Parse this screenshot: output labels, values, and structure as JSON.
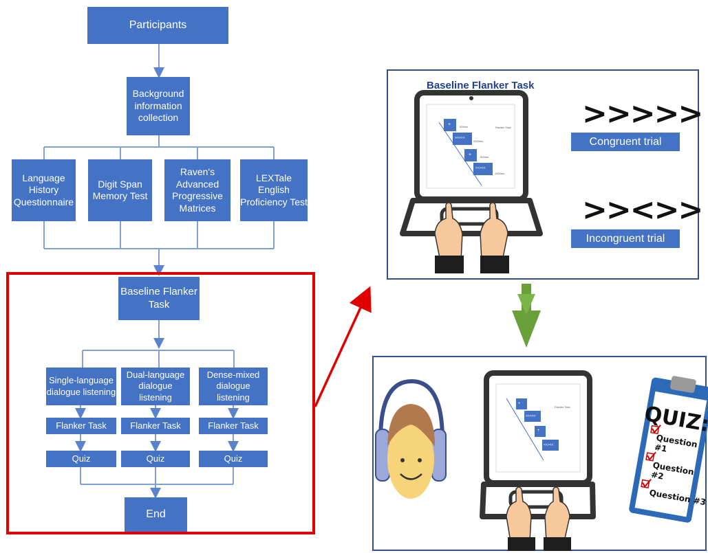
{
  "flowchart": {
    "participants": "Participants",
    "background": "Background information collection",
    "measures": [
      "Language History Questionnaire",
      "Digit Span Memory Test",
      "Raven's Advanced Progressive Matrices",
      "LEXTale English Proficiency Test"
    ],
    "baseline": "Baseline Flanker Task",
    "conditions": [
      "Single-language dialogue listening",
      "Dual-language dialogue listening",
      "Dense-mixed dialogue listening"
    ],
    "flanker": "Flanker Task",
    "quiz": "Quiz",
    "end": "End"
  },
  "baseline_panel": {
    "title": "Baseline Flanker Task",
    "congruent_symbols": ">>>>>",
    "congruent_label": "Congruent trial",
    "incongruent_symbols": ">><>>",
    "incongruent_label": "Incongruent trial"
  },
  "screen": {
    "flanker_title": "Flanker Task",
    "fix": "+",
    "stim1": ">>>>>",
    "stim2": "<<><<",
    "t1": "500ms",
    "t2": "2000ms",
    "t3": "500ms",
    "t4": "2000ms"
  },
  "quiz_card": {
    "title": "QUIZ:",
    "questions": [
      "Question #1",
      "Question #2",
      "Question #3"
    ]
  },
  "colors": {
    "box": "#4472c4",
    "highlight": "#e00000",
    "down_arrow": "#6aa03a"
  },
  "icons": [
    "laptop-icon",
    "hands-icon",
    "headphones-icon",
    "smiley-face-icon",
    "clipboard-icon",
    "checkbox-icon"
  ]
}
